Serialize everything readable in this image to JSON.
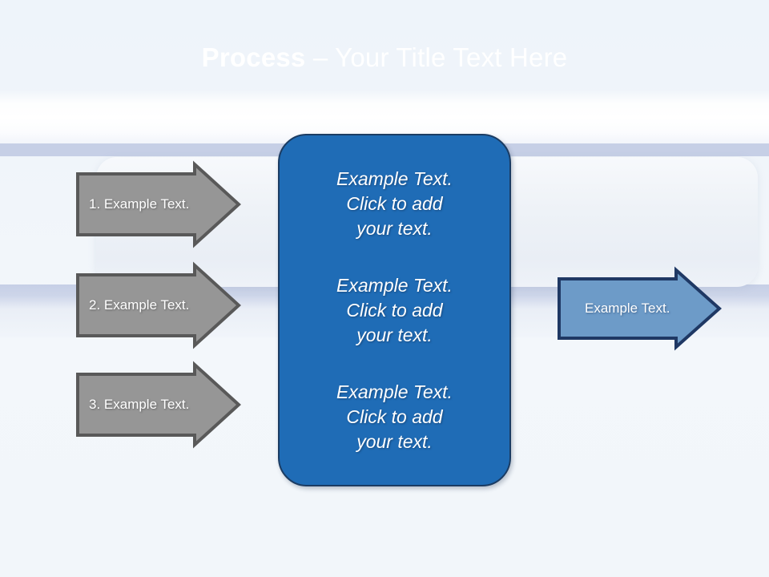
{
  "slide": {
    "title": {
      "bold_part": "Process",
      "rest_part": " – Your Title Text Here",
      "full": "Process – Your Title Text Here"
    },
    "colors": {
      "header_top": "#13417c",
      "header_bottom": "#2070bf",
      "background": "#f2f6fa",
      "band": "#c6cfe6",
      "panel": "#eef2f7",
      "center_box_fill": "#1f6cb6",
      "center_box_border": "#1b3c63",
      "gray_arrow_fill": "#969696",
      "gray_arrow_border": "#595959",
      "blue_arrow_fill": "#6d9bc8",
      "blue_arrow_border": "#1f3864",
      "text_white": "#ffffff"
    }
  },
  "input_arrows": [
    {
      "label": "1. Example Text.",
      "name": "input-arrow-1"
    },
    {
      "label": "2. Example Text.",
      "name": "input-arrow-2"
    },
    {
      "label": "3. Example Text.",
      "name": "input-arrow-3"
    }
  ],
  "center_box": {
    "paragraphs": [
      "Example Text.\nClick  to add\nyour text.",
      "Example Text.\nClick  to add\nyour text.",
      "Example Text.\nClick  to add\nyour text."
    ]
  },
  "output_arrow": {
    "label": "Example Text."
  }
}
